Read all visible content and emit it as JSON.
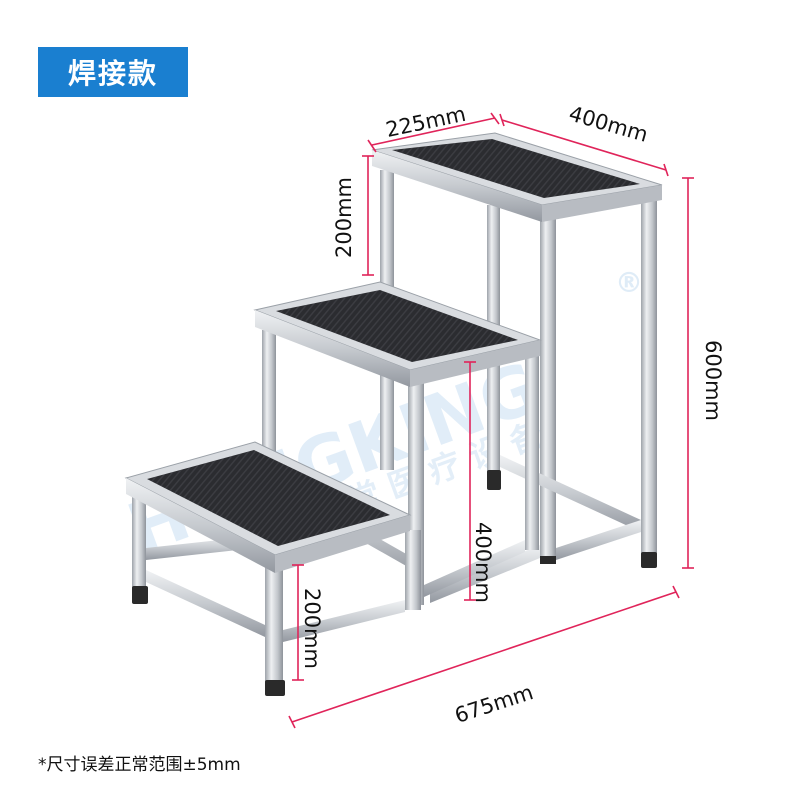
{
  "badge": {
    "label": "焊接款"
  },
  "footnote": {
    "text": "*尺寸误差正常范围±5mm"
  },
  "watermark": {
    "brand": "HONGKING",
    "mark": "®",
    "subtitle": "红 堂 医 疗 设 备"
  },
  "dimensions": {
    "top_depth": "225mm",
    "top_width": "400mm",
    "step_rise_upper": "200mm",
    "total_height": "600mm",
    "middle_height": "400mm",
    "bottom_height": "200mm",
    "total_length": "675mm"
  },
  "colors": {
    "badge_bg": "#1a7fd0",
    "dimension_line": "#e0245a",
    "steel": "#c9ccd1",
    "rubber": "#2b2c30",
    "foot": "#2a2a2a"
  }
}
